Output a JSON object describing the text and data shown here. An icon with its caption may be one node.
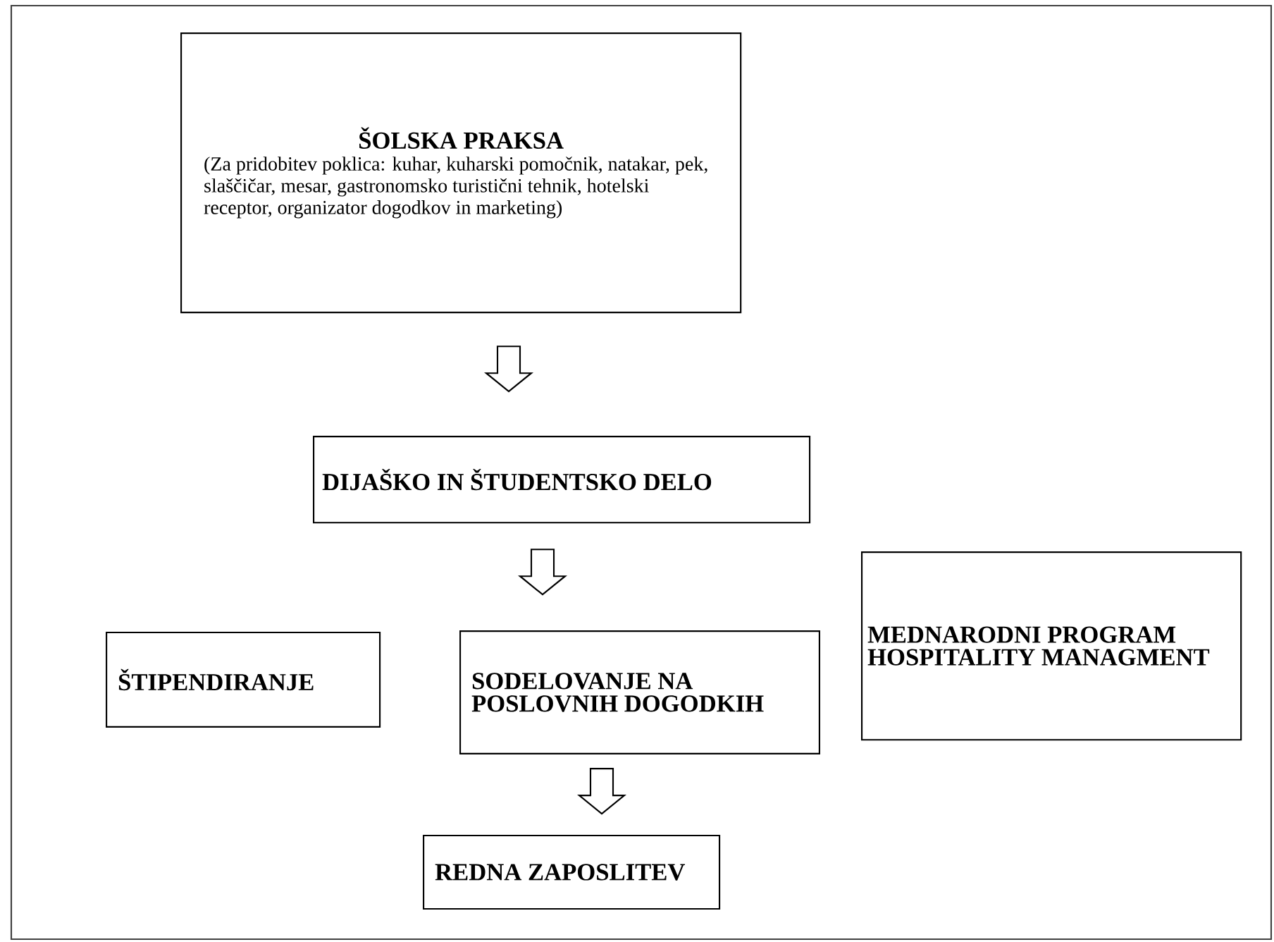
{
  "diagram": {
    "nodes": [
      {
        "text": [
          "ŠOLSKA PRAKSA",
          "(Za pridobitev poklica: kuhar, kuharski pomočnik, natakar, pek, slaščičar, mesar, gastronomsko turistični tehnik, hotelski receptor, organizator dogodkov in marketing)"
        ]
      },
      {
        "text": [
          "DIJAŠKO IN ŠTUDENTSKO DELO"
        ]
      },
      {
        "text": [
          "ŠTIPENDIRANJE"
        ]
      },
      {
        "text": [
          "SODELOVANJE NA POSLOVNIH DOGODKIH"
        ]
      },
      {
        "text": [
          "MEDNARODNI PROGRAM HOSPITALITY MANAGMENT"
        ]
      },
      {
        "text": [
          "REDNA ZAPOSLITEV"
        ]
      }
    ],
    "edges": [
      {
        "from": 0,
        "to": 1,
        "arrow": "to"
      },
      {
        "from": 1,
        "to": 3,
        "arrow": "to"
      },
      {
        "from": 3,
        "to": 5,
        "arrow": "to"
      }
    ]
  }
}
